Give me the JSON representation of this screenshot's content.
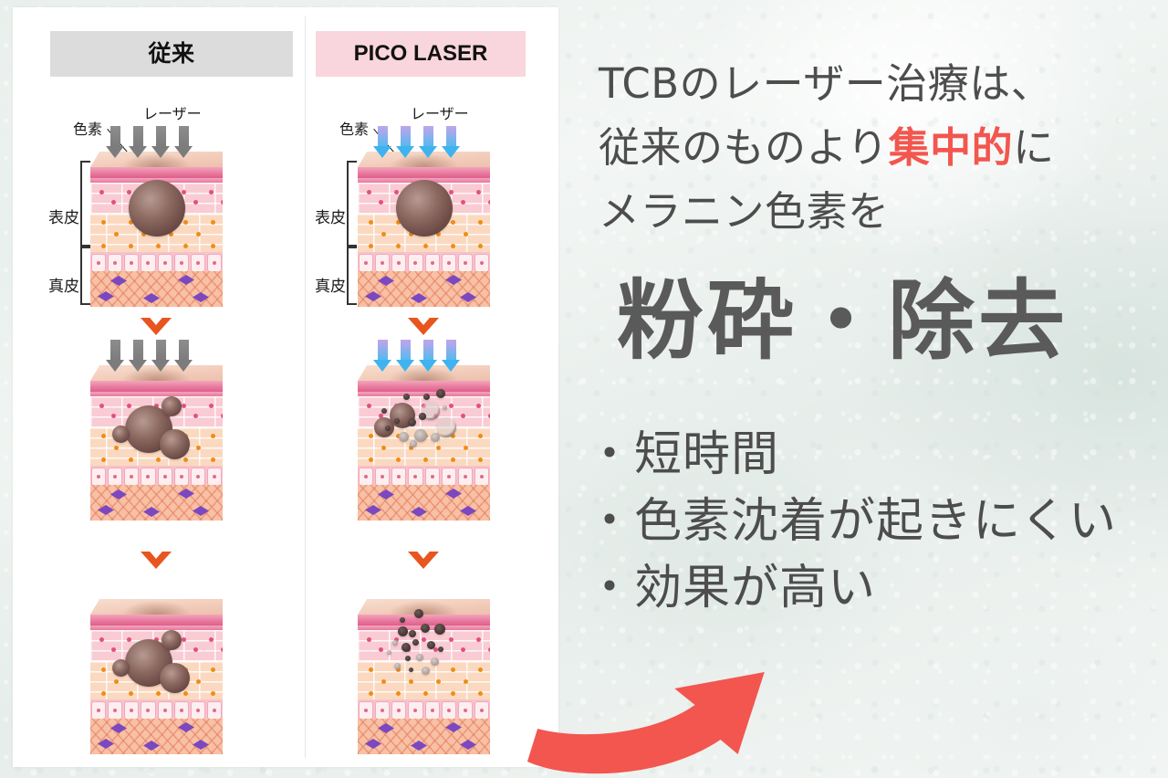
{
  "theme": {
    "background": "#eef2f0",
    "card_background": "#ffffff",
    "header_conventional_bg": "#dcdcdc",
    "header_pico_bg": "#f9d6dd",
    "accent_red": "#f2564f",
    "chevron_orange": "#e8551f",
    "text_gray": "#4d4d4d",
    "title_gray": "#5a5a5a",
    "laser_gray": "#7c7c7c",
    "laser_blue": "#3fb3ef",
    "laser_violet": "#c3a4ea"
  },
  "diagram": {
    "columns": [
      {
        "id": "conventional",
        "header": "従来",
        "laser_label": "レーザー",
        "pigment_label": "色素",
        "layers": [
          "表皮",
          "真皮"
        ],
        "arrow_style": "gray"
      },
      {
        "id": "pico",
        "header": "PICO LASER",
        "laser_label": "レーザー",
        "pigment_label": "色素",
        "layers": [
          "表皮",
          "真皮"
        ],
        "arrow_style": "violet-blue"
      }
    ],
    "step_arrow": "chevron-down"
  },
  "copy": {
    "line1": "TCBのレーザー治療は、",
    "line2_pre": "従来のものより",
    "line2_highlight": "集中的",
    "line2_post": "に",
    "line3": "メラニン色素を",
    "headline": "粉砕・除去",
    "bullets": [
      "・短時間",
      "・色素沈着が起きにくい",
      "・効果が高い"
    ]
  }
}
